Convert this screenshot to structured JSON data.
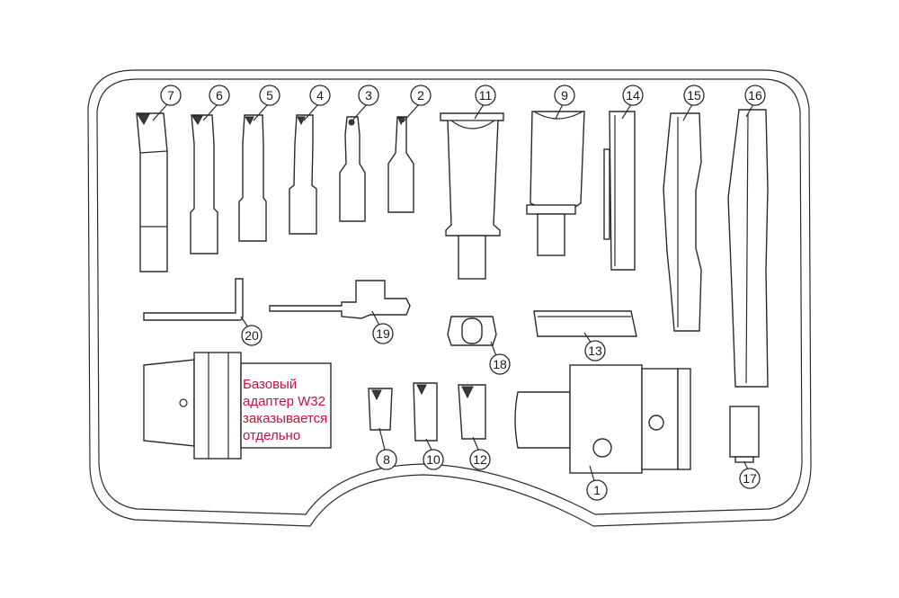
{
  "callouts": [
    {
      "id": "1",
      "label": "1"
    },
    {
      "id": "2",
      "label": "2"
    },
    {
      "id": "3",
      "label": "3"
    },
    {
      "id": "4",
      "label": "4"
    },
    {
      "id": "5",
      "label": "5"
    },
    {
      "id": "6",
      "label": "6"
    },
    {
      "id": "7",
      "label": "7"
    },
    {
      "id": "8",
      "label": "8"
    },
    {
      "id": "9",
      "label": "9"
    },
    {
      "id": "10",
      "label": "10"
    },
    {
      "id": "11",
      "label": "11"
    },
    {
      "id": "12",
      "label": "12"
    },
    {
      "id": "13",
      "label": "13"
    },
    {
      "id": "14",
      "label": "14"
    },
    {
      "id": "15",
      "label": "15"
    },
    {
      "id": "16",
      "label": "16"
    },
    {
      "id": "17",
      "label": "17"
    },
    {
      "id": "18",
      "label": "18"
    },
    {
      "id": "19",
      "label": "19"
    },
    {
      "id": "20",
      "label": "20"
    }
  ],
  "adapter_note": {
    "line1": "Базовый",
    "line2": "адаптер W32",
    "line3": "заказывается",
    "line4": "отдельно"
  },
  "colors": {
    "note_text": "#c8103e",
    "outline": "#2a2a2a",
    "background": "#ffffff"
  }
}
